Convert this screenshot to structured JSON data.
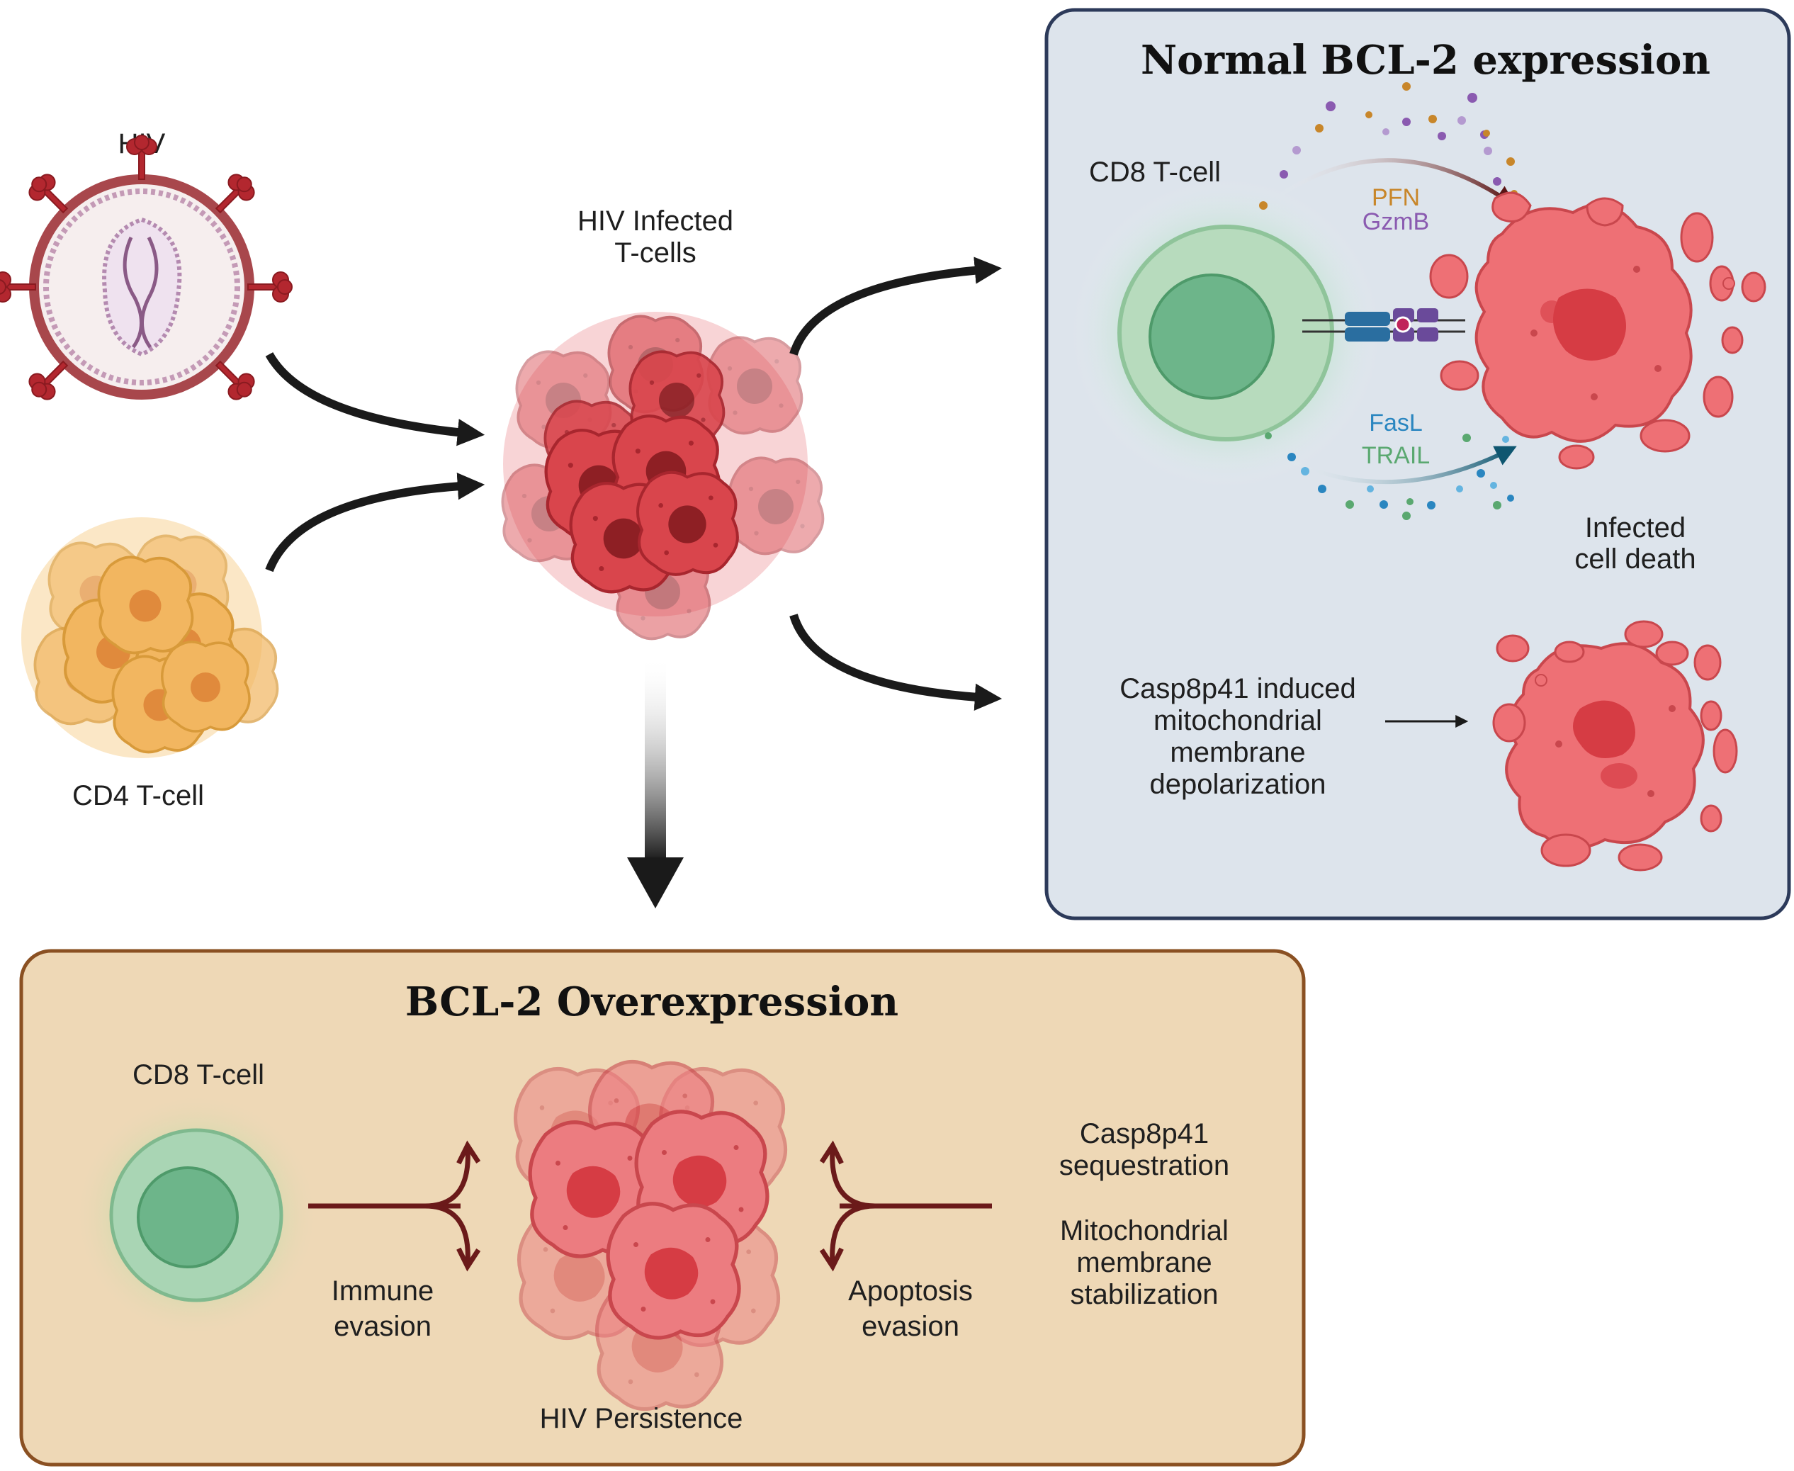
{
  "top_left": {
    "hiv_label": "HIV",
    "cd4_label": "CD4 T-cell",
    "infected_label_line1": "HIV Infected",
    "infected_label_line2": "T-cells"
  },
  "normal_panel": {
    "title": "Normal BCL-2 expression",
    "cd8_label": "CD8 T-cell",
    "pfn": "PFN",
    "gzmb": "GzmB",
    "fasl": "FasL",
    "trail": "TRAIL",
    "death_line1": "Infected",
    "death_line2": "cell death",
    "casp_line1": "Casp8p41 induced",
    "casp_line2": "mitochondrial",
    "casp_line3": "membrane",
    "casp_line4": "depolarization"
  },
  "over_panel": {
    "title": "BCL-2 Overexpression",
    "cd8_label": "CD8 T-cell",
    "immune_line1": "Immune",
    "immune_line2": "evasion",
    "apoptosis_line1": "Apoptosis",
    "apoptosis_line2": "evasion",
    "persistence": "HIV Persistence",
    "seq_line1": "Casp8p41",
    "seq_line2": "sequestration",
    "mito_line1": "Mitochondrial",
    "mito_line2": "membrane",
    "mito_line3": "stabilization"
  },
  "colors": {
    "normal_panel_bg": "#dde4ec",
    "normal_panel_border": "#2c3a5a",
    "over_panel_bg": "#eed8b6",
    "over_panel_border": "#8a5022",
    "infected_cell": "#e05a60",
    "dying_cell": "#ee7075",
    "cd4_cell": "#f0b860",
    "cd8_cell": "#6db58a",
    "pfn_text": "#c8862a",
    "gzmb_text": "#8a5ab0",
    "fasl_text": "#2a86c0",
    "trail_text": "#5aa870",
    "dark_arrow": "#6b1a1a"
  }
}
